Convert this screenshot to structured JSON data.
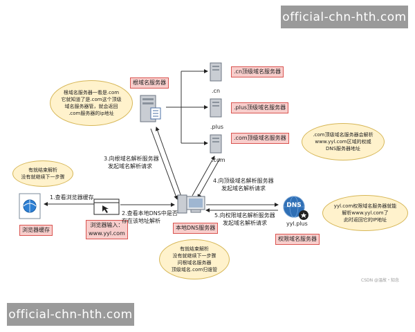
{
  "watermark_text": "official-chn-hth.com",
  "nodes": {
    "root_server": "根域名服务器",
    "cn_server": ".cn顶级域名服务器",
    "plus_server": ".plus顶级域名服务器",
    "com_server": ".com顶级域名服务器",
    "cn_tag": ".cn",
    "plus_tag": ".plus",
    "com_tag": ".com",
    "browser_cache": "浏览器缓存",
    "browser_input_line1": "浏览器输入：",
    "browser_input_line2": "www.yyl.com",
    "local_dns": "本地DNS服务器",
    "auth_server": "权限域名服务器",
    "dns_badge": "DNS",
    "auth_domain": "yyl.plus"
  },
  "steps": {
    "step1": "1.查看浏览器缓存",
    "step2_line1": "2.查看本地DNS中是否",
    "step2_line2": "存在该地址解析",
    "step3_line1": "3.向根域名解析服务器",
    "step3_line2": "发起域名解析请求",
    "step4_line1": "4.向顶级域名解析服务器",
    "step4_line2": "发起域名解析请求",
    "step5_line1": "5.向权限域名解析服务器",
    "step5_line2": "发起域名解析请求"
  },
  "notes": {
    "root_note": "根域名服务器一看是.com\n它就知道了是.com这个顶级\n域名服务器管，就会返回\n.com服务器的ip地址",
    "com_note": ".com顶级域名服务器会解析\nwww.yyl.com区域的权威\nDNS服务器地址",
    "cache_note": "有就结束解析\n没有就继续下一步骤",
    "auth_note": "yyl.com权限域名服务器就能\n解析www.yyl.com了\n此时返回它的IP地址",
    "local_note": "有就结束解析\n没有就继续下一步骤\n问根域名服务器\n顶级域名.com归谁管"
  },
  "credit": "CSDN @温故・知念",
  "colors": {
    "label_fill": "#f8cecc",
    "label_border": "#d9534f",
    "note_fill": "#fff2cc",
    "note_border": "#d6b656",
    "watermark_bg": "#9a9a9a"
  }
}
